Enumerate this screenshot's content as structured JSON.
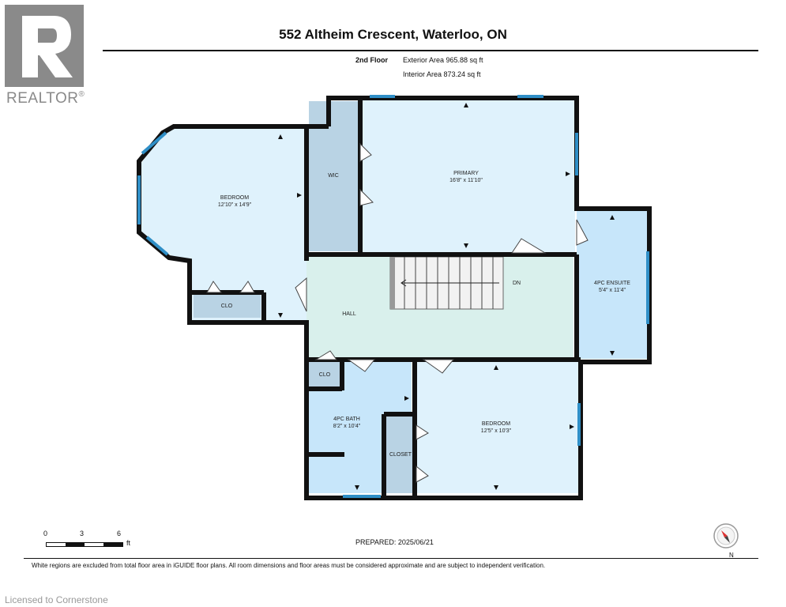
{
  "logo": {
    "text": "REALTOR",
    "mark": "®",
    "icon": "realtor-r-icon"
  },
  "header": {
    "title": "552 Altheim Crescent, Waterloo, ON"
  },
  "floor": {
    "name": "2nd Floor",
    "exterior_area": "Exterior Area 965.88 sq ft",
    "interior_area": "Interior Area 873.24 sq ft"
  },
  "rooms": {
    "bedroom_left": {
      "name": "BEDROOM",
      "dims": "12'10\" x 14'9\""
    },
    "wic": {
      "name": "WIC"
    },
    "primary": {
      "name": "PRIMARY",
      "dims": "16'8\" x 11'10\""
    },
    "clo_left": {
      "name": "CLO"
    },
    "hall": {
      "name": "HALL"
    },
    "stairs": {
      "label": "DN"
    },
    "ensuite": {
      "name": "4PC ENSUITE",
      "dims": "5'4\" x 11'4\""
    },
    "clo_small": {
      "name": "CLO"
    },
    "bath": {
      "name": "4PC BATH",
      "dims": "8'2\" x 10'4\""
    },
    "closet": {
      "name": "CLOSET"
    },
    "bedroom_bottom": {
      "name": "BEDROOM",
      "dims": "12'5\" x 10'3\""
    }
  },
  "colors": {
    "wall": "#111111",
    "window": "#2f8fc7",
    "bedroom": "#dff2fc",
    "hall": "#d9f0ec",
    "wic": "#b9d3e4",
    "bath": "#c7e6fa",
    "logo": "#8a8a8a"
  },
  "scale": {
    "labels": [
      "0",
      "3",
      "6"
    ],
    "unit": "ft"
  },
  "prepared": "PREPARED: 2025/06/21",
  "compass": {
    "label": "N",
    "icon": "compass-icon"
  },
  "disclaimer": "White regions are excluded from total floor area in iGUIDE floor plans. All room dimensions and floor areas must be considered approximate and are subject to independent verification.",
  "watermark": "Licensed to Cornerstone"
}
